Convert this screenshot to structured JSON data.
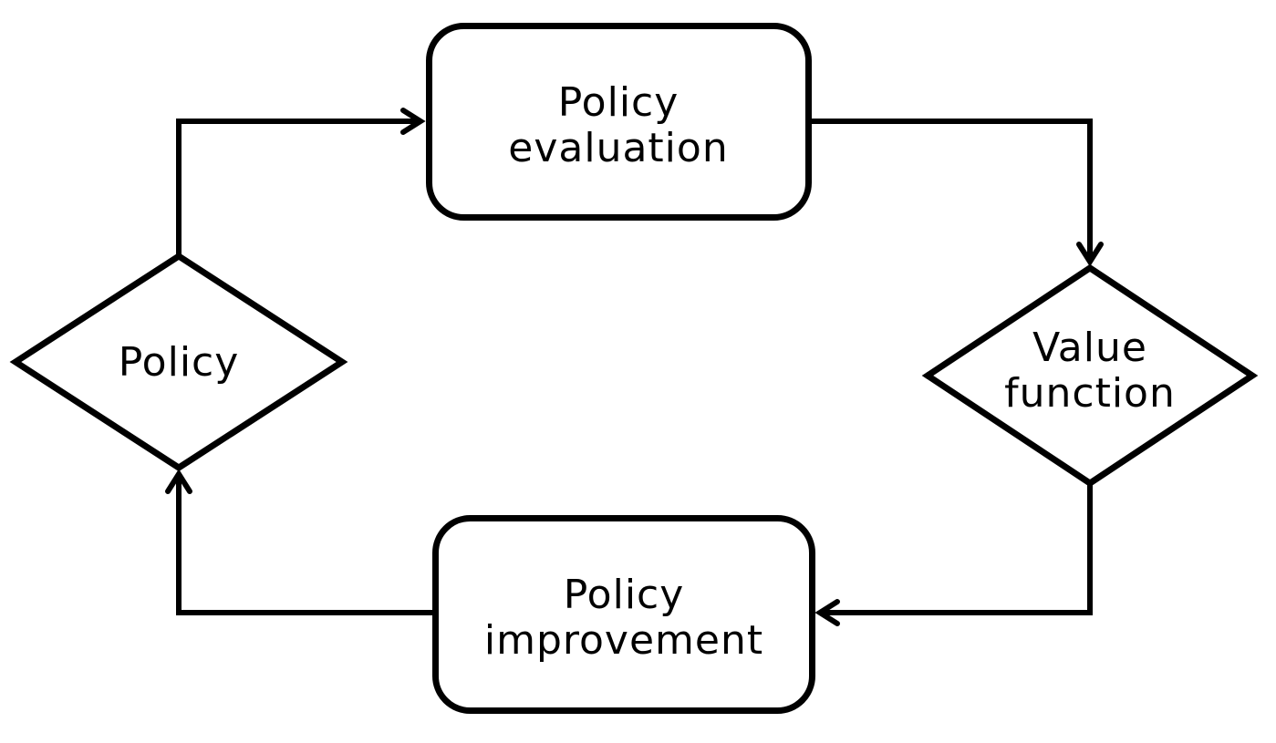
{
  "diagram": {
    "type": "flowchart-cycle",
    "nodes": {
      "policy_evaluation": {
        "shape": "rounded-rectangle",
        "line1": "Policy",
        "line2": "evaluation",
        "position": "top"
      },
      "value_function": {
        "shape": "diamond",
        "line1": "Value",
        "line2": "function",
        "position": "right"
      },
      "policy_improvement": {
        "shape": "rounded-rectangle",
        "line1": "Policy",
        "line2": "improvement",
        "position": "bottom"
      },
      "policy": {
        "shape": "diamond",
        "label": "Policy",
        "position": "left"
      }
    },
    "edges": [
      {
        "from": "policy",
        "to": "policy_evaluation",
        "route": "up-then-right",
        "arrowhead": "open-v"
      },
      {
        "from": "policy_evaluation",
        "to": "value_function",
        "route": "right-then-down",
        "arrowhead": "open-v"
      },
      {
        "from": "value_function",
        "to": "policy_improvement",
        "route": "down-then-left",
        "arrowhead": "open-v"
      },
      {
        "from": "policy_improvement",
        "to": "policy",
        "route": "left-then-up",
        "arrowhead": "open-v"
      }
    ],
    "colors": {
      "stroke": "#000000",
      "fill": "#ffffff",
      "text": "#000000",
      "background": "#ffffff"
    }
  }
}
